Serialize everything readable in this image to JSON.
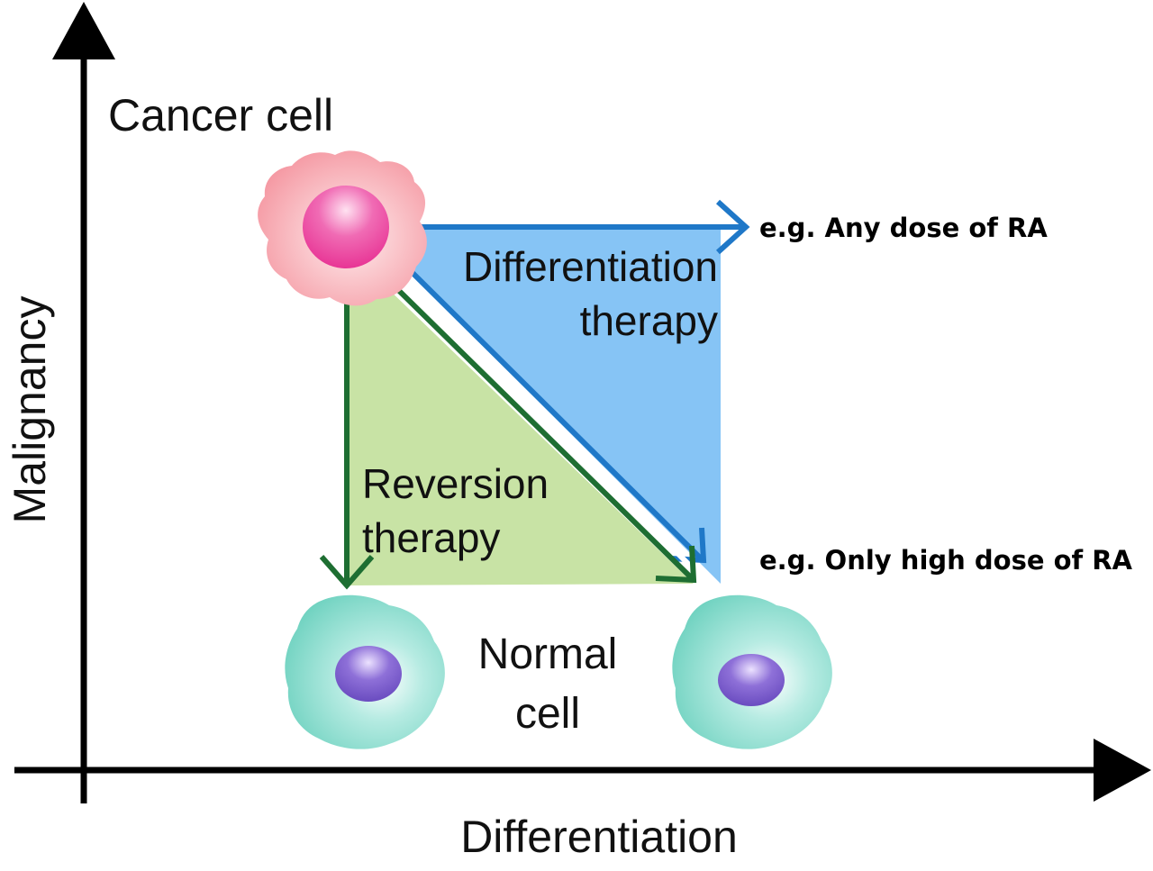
{
  "axes": {
    "y_label": "Malignancy",
    "x_label": "Differentiation"
  },
  "cells": {
    "cancer_label": "Cancer cell",
    "normal_label_line1": "Normal",
    "normal_label_line2": "cell"
  },
  "regions": {
    "differentiation": {
      "line1": "Differentiation",
      "line2": "therapy"
    },
    "reversion": {
      "line1": "Reversion",
      "line2": "therapy"
    }
  },
  "annotations": {
    "any_dose": "e.g. Any dose of RA",
    "high_dose": "e.g. Only high dose of RA"
  },
  "colors": {
    "axis": "#000000",
    "blue_region": "#86c4f5",
    "blue_arrow": "#1f78c8",
    "green_region": "#c8e3a5",
    "green_arrow": "#1e6e32",
    "cancer_cell_body": "#f7a2ab",
    "cancer_nucleus": "#ee3f9a",
    "normal_cell_body": "#7fd8c8",
    "normal_nucleus": "#7a5ccb"
  }
}
